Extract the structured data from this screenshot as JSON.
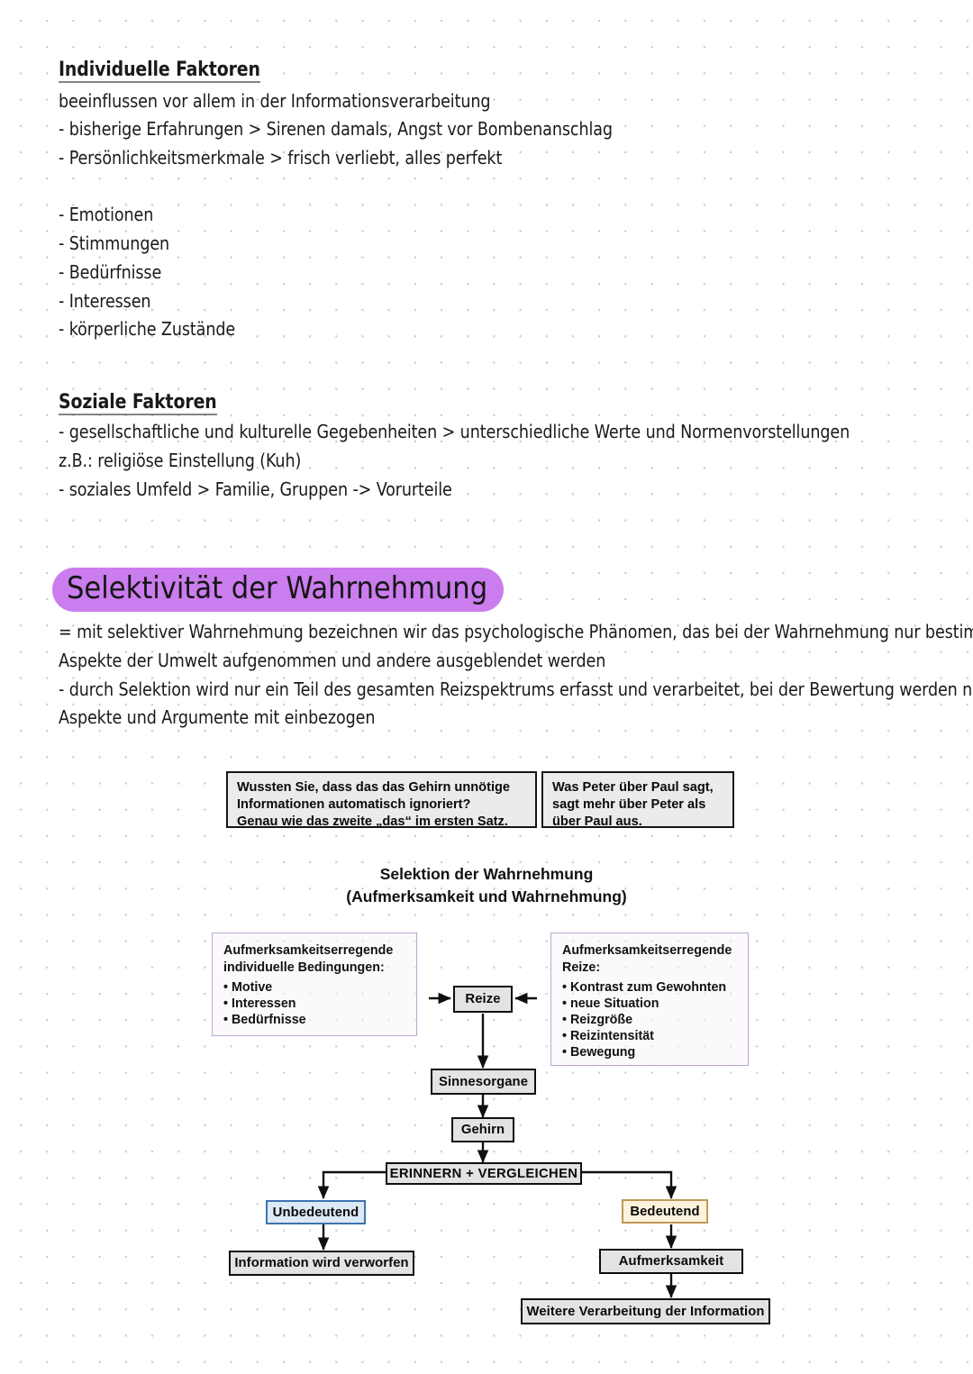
{
  "notes": {
    "section1": {
      "heading": "Individuelle Faktoren",
      "lines": [
        "beeinflussen vor allem in der Informationsverarbeitung",
        "- bisherige Erfahrungen > Sirenen damals, Angst vor Bombenanschlag",
        "- Persönlichkeitsmerkmale > frisch verliebt, alles perfekt",
        "- Emotionen",
        "- Stimmungen",
        "- Bedürfnisse",
        "- Interessen",
        "- körperliche Zustände"
      ]
    },
    "section2": {
      "heading": "Soziale Faktoren",
      "lines": [
        "- gesellschaftliche und kulturelle Gegebenheiten > unterschiedliche Werte und Normenvorstellungen",
        "z.B.: religiöse Einstellung (Kuh)",
        "- soziales Umfeld > Familie, Gruppen -> Vorurteile"
      ]
    },
    "section3": {
      "heading": "Selektivität der Wahrnehmung",
      "highlight_color": "#cb7cee",
      "lines": [
        "= mit selektiver Wahrnehmung bezeichnen wir das psychologische Phänomen, das bei der Wahrnehmung nur bestimmte",
        "Aspekte der Umwelt aufgenommen und andere ausgeblendet werden",
        "- durch Selektion wird nur ein Teil des gesamten Reizspektrums erfasst und verarbeitet, bei der Bewertung werden nicht alle",
        "Aspekte und Argumente mit einbezogen"
      ]
    }
  },
  "diagram": {
    "fact_box_left": "Wussten Sie, dass das das Gehirn unnötige\nInformationen automatisch ignoriert?\nGenau wie das zweite „das“ im ersten Satz.",
    "fact_box_right": "Was Peter über Paul sagt,\nsagt mehr über Peter als\nüber Paul aus.",
    "title": "Selektion der Wahrnehmung\n(Aufmerksamkeit und Wahrnehmung)",
    "left_panel": {
      "heading": "Aufmerksamkeitserregende\nindividuelle Bedingungen:",
      "items": [
        "Motive",
        "Interessen",
        "Bedürfnisse"
      ],
      "border_color": "#bda8cd"
    },
    "right_panel": {
      "heading": "Aufmerksamkeitserregende\nReize:",
      "items": [
        "Kontrast zum Gewohnten",
        "neue Situation",
        "Reizgröße",
        "Reizintensität",
        "Bewegung"
      ],
      "border_color": "#bda8cd"
    },
    "nodes": {
      "reize": "Reize",
      "sinnesorgane": "Sinnesorgane",
      "gehirn": "Gehirn",
      "erinnern": "ERINNERN + VERGLEICHEN",
      "unbedeutend": "Unbedeutend",
      "bedeutend": "Bedeutend",
      "verworfen": "Information wird verworfen",
      "aufmerksamkeit": "Aufmerksamkeit",
      "weitere": "Weitere Verarbeitung der Information"
    },
    "node_colors": {
      "default_fill": "#e3e3e3",
      "default_border": "#0f0f0f",
      "unbedeutend_fill": "#dce9f6",
      "unbedeutend_border": "#3f73b0",
      "bedeutend_fill": "#fdf3dd",
      "bedeutend_border": "#bf9a54"
    }
  }
}
